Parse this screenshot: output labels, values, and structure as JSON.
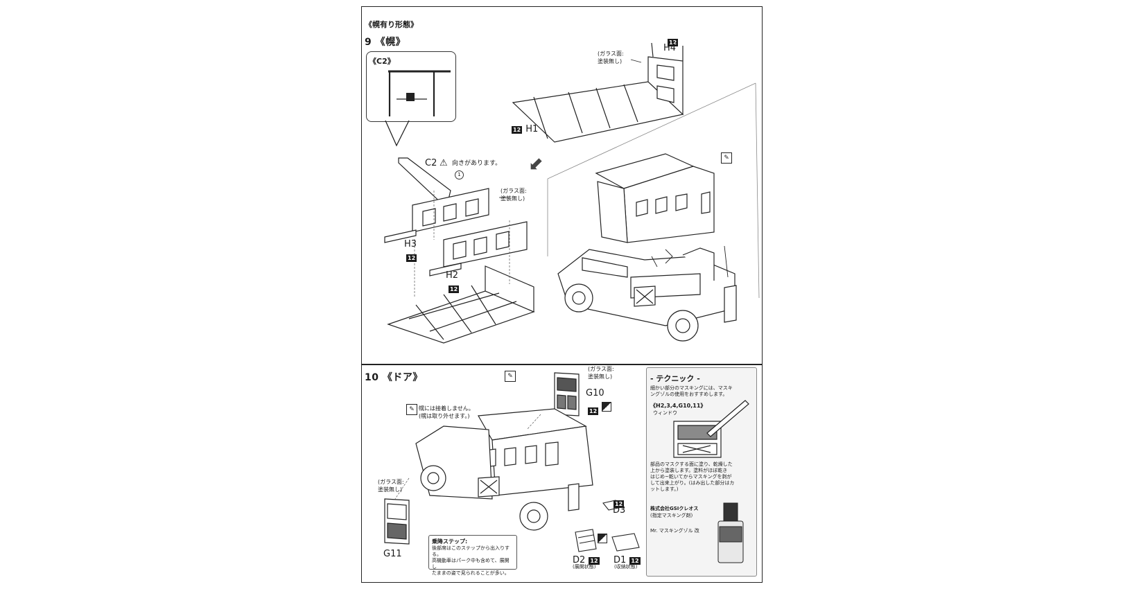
{
  "header": {
    "mode_title": "《幌有り形態》"
  },
  "step9": {
    "number": "9",
    "title": "《幌》",
    "callout_title": "《C2》",
    "parts": {
      "c2": "C2",
      "c2_note": "向きがあります。",
      "h1": "H1",
      "h2": "H2",
      "h3": "H3",
      "h4": "H4",
      "paint_code": "12",
      "glass_note_1": "(ガラス面:",
      "glass_note_2": "塗装無し)"
    },
    "callout_number": "1"
  },
  "step10": {
    "number": "10",
    "title": "《ドア》",
    "top_note_1": "幌には接着しません。",
    "top_note_2": "(幌は取り外せます。)",
    "glass_note_1": "(ガラス面:",
    "glass_note_2": "塗装無し)",
    "parts": {
      "g10": "G10",
      "g11": "G11",
      "d1": "D1",
      "d2": "D2",
      "d3": "D3",
      "paint_code": "12",
      "d2_state": "(展開状態)",
      "d1_state": "(収納状態)"
    },
    "step_box": {
      "title": "乗降ステップ:",
      "line1": "後部席はこのステップから出入りする。",
      "line2": "高機動車はパーク中も含めて、展開し",
      "line3": "たままの姿で見られることが多い。"
    }
  },
  "technique": {
    "title": "- テクニック -",
    "intro_1": "細かい部分のマスキングには、マスキ",
    "intro_2": "ングゾルの使用をおすすめします。",
    "parts_ref": "《H2,3,4,G10,11》",
    "window_label": "ウィンドウ",
    "body_1": "部品のマスクする面に塗り、乾燥した",
    "body_2": "上から塗装します。塗料がほぼ乾き",
    "body_3": "はじめ~乾いてからマスキングを剥が",
    "body_4": "して出来上がり。(はみ出した部分はカ",
    "body_5": "ットします。)",
    "maker_1": "株式会社GSIクレオス",
    "maker_2": "(指定マスキング剤)",
    "product": "Mr. マスキングゾル 改"
  },
  "colors": {
    "ink": "#1a1a1a",
    "panel": "#f4f4f4",
    "accent_dark": "#333333"
  }
}
